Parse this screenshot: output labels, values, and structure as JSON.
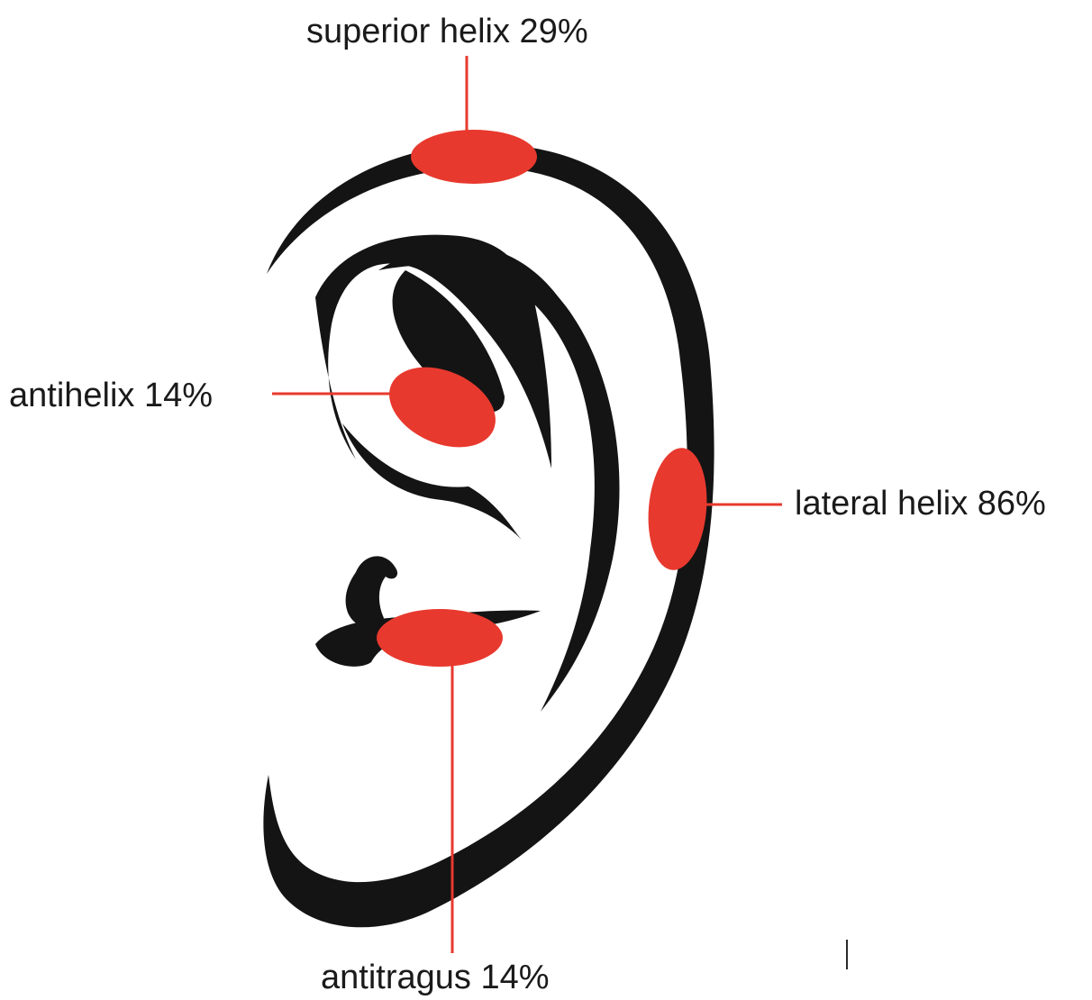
{
  "labels": {
    "superior_helix": "superior helix 29%",
    "antihelix": "antihelix 14%",
    "lateral_helix": "lateral helix 86%",
    "antitragus": "antitragus 14%"
  },
  "values": {
    "superior_helix": 29,
    "antihelix": 14,
    "lateral_helix": 86,
    "antitragus": 14
  },
  "colors": {
    "ear": "#141414",
    "highlight": "#e8392e",
    "leader": "#e8392e",
    "text": "#1a1a1a"
  }
}
